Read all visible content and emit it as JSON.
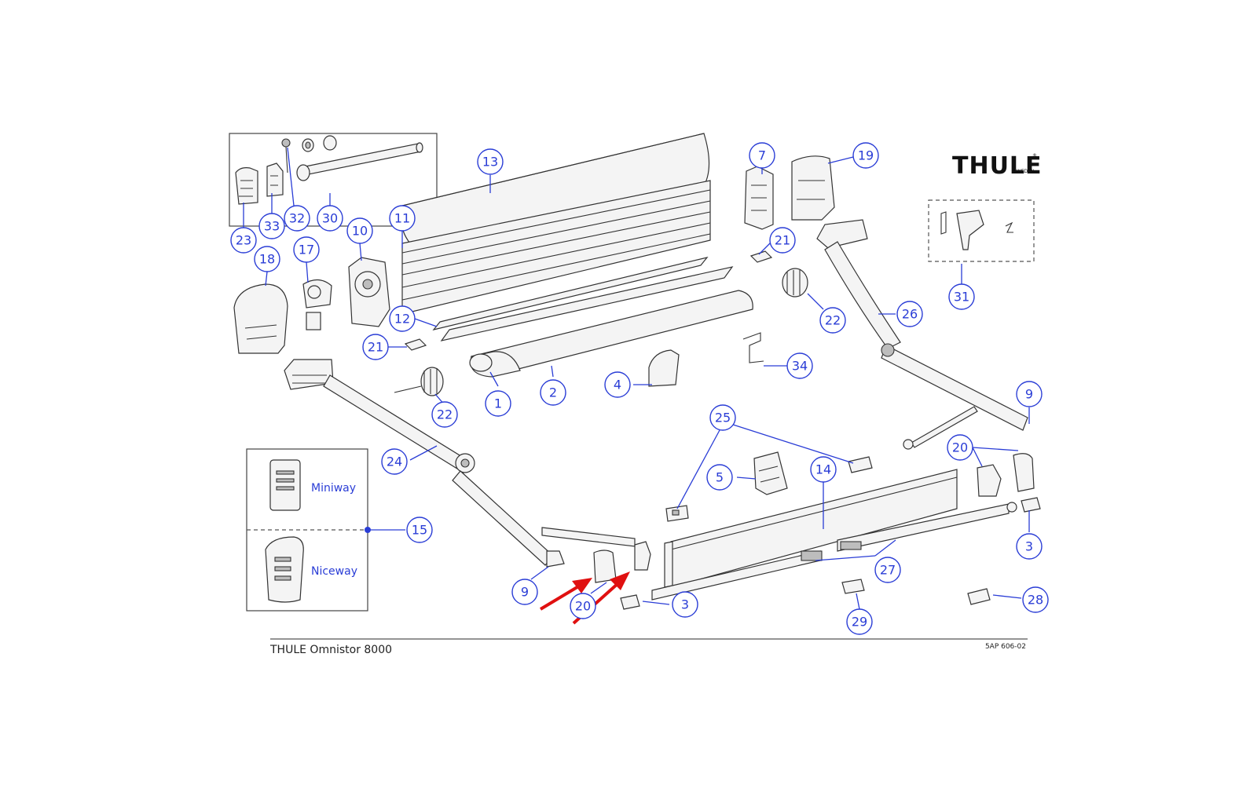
{
  "brand": {
    "logo_text": "THULE",
    "logo_subtext": "SWEDEN",
    "registered": "®"
  },
  "footer": {
    "title": "THULE Omnistor 8000",
    "code": "5AP 606-02"
  },
  "remote_inset": {
    "top_label": "Miniway",
    "bottom_label": "Niceway"
  },
  "callouts": [
    {
      "id": "c13",
      "label": "13"
    },
    {
      "id": "c11",
      "label": "11"
    },
    {
      "id": "c12",
      "label": "12"
    },
    {
      "id": "c10",
      "label": "10"
    },
    {
      "id": "c17",
      "label": "17"
    },
    {
      "id": "c18",
      "label": "18"
    },
    {
      "id": "c23",
      "label": "23"
    },
    {
      "id": "c33",
      "label": "33"
    },
    {
      "id": "c32",
      "label": "32"
    },
    {
      "id": "c30",
      "label": "30"
    },
    {
      "id": "c7",
      "label": "7"
    },
    {
      "id": "c19",
      "label": "19"
    },
    {
      "id": "c21a",
      "label": "21"
    },
    {
      "id": "c21b",
      "label": "21"
    },
    {
      "id": "c22a",
      "label": "22"
    },
    {
      "id": "c22b",
      "label": "22"
    },
    {
      "id": "c26",
      "label": "26"
    },
    {
      "id": "c34",
      "label": "34"
    },
    {
      "id": "c31",
      "label": "31"
    },
    {
      "id": "c1",
      "label": "1"
    },
    {
      "id": "c2",
      "label": "2"
    },
    {
      "id": "c4",
      "label": "4"
    },
    {
      "id": "c9a",
      "label": "9"
    },
    {
      "id": "c9b",
      "label": "9"
    },
    {
      "id": "c20a",
      "label": "20"
    },
    {
      "id": "c20b",
      "label": "20"
    },
    {
      "id": "c25",
      "label": "25"
    },
    {
      "id": "c5",
      "label": "5"
    },
    {
      "id": "c14",
      "label": "14"
    },
    {
      "id": "c24",
      "label": "24"
    },
    {
      "id": "c15",
      "label": "15"
    },
    {
      "id": "c3a",
      "label": "3"
    },
    {
      "id": "c3b",
      "label": "3"
    },
    {
      "id": "c27",
      "label": "27"
    },
    {
      "id": "c29",
      "label": "29"
    },
    {
      "id": "c28",
      "label": "28"
    }
  ]
}
